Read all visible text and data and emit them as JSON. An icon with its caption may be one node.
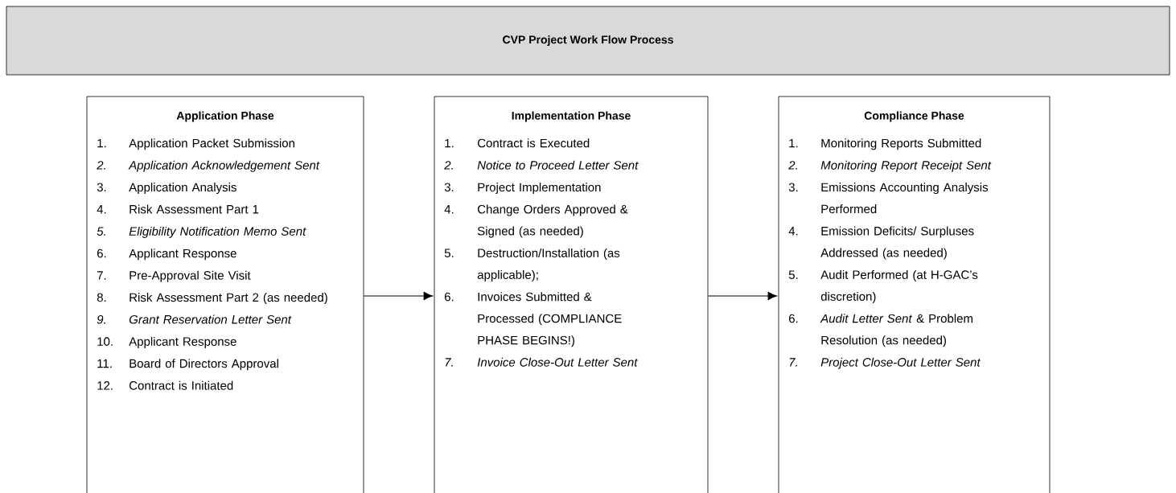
{
  "diagram": {
    "nodes": [
      {
        "text": [
          "CVP Project Work Flow Process"
        ]
      },
      {
        "text": [
          "Application Phase",
          "1.",
          "Application Packet Submission",
          "*2.*",
          "*Application Acknowledgement Sent*",
          "3.",
          "Application Analysis",
          "4.",
          "Risk Assessment Part 1",
          "*5.*",
          "*Eligibility Notification Memo Sent*",
          "6.",
          "Applicant Response",
          "7.",
          "Pre-Approval Site Visit",
          "8.",
          "Risk Assessment Part 2 (as needed)",
          "*9.*",
          "*Grant Reservation Letter Sent*",
          "10.",
          "Applicant Response",
          "11.",
          "Board of Directors Approval",
          "12.",
          "Contract is Initiated"
        ]
      },
      {
        "text": [
          "Implementation Phase",
          "1.",
          "Contract is Executed",
          "*2.*",
          "*Notice to Proceed Letter Sent*",
          "3.",
          "Project Implementation",
          "4.",
          "Change Orders Approved & Signed (as needed)",
          "5.",
          "Destruction/Installation (as applicable);",
          "6.",
          "Invoices Submitted & Processed (COMPLIANCE PHASE BEGINS!)",
          "*7.*",
          "*Invoice Close-Out Letter Sent*"
        ]
      },
      {
        "text": [
          "Compliance Phase",
          "1.",
          "Monitoring Reports Submitted",
          "*2.*",
          "*Monitoring Report Receipt Sent*",
          "3.",
          "Emissions Accounting Analysis Performed",
          "4.",
          "Emission Deficits/ Surpluses Addressed (as needed)",
          "5.",
          "Audit Performed (at H-GAC’s discretion)",
          "6.",
          "*Audit Letter Sent* & Problem Resolution (as needed)",
          "*7.*",
          "*Project Close-Out Letter Sent*"
        ]
      }
    ],
    "edges": [
      {
        "from": 1,
        "to": 2,
        "arrow": "to"
      },
      {
        "from": 2,
        "to": 3,
        "arrow": "to"
      }
    ]
  }
}
